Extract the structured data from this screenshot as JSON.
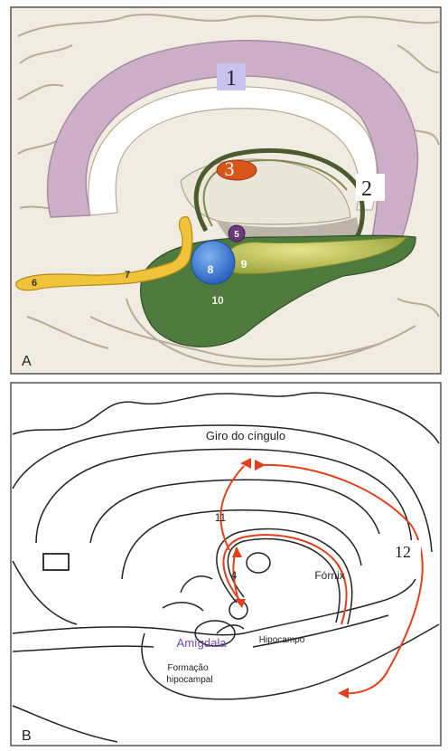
{
  "panel_a": {
    "letter": "A",
    "labels": {
      "l1": "1",
      "l2": "2",
      "l3": "3",
      "l5": "5",
      "l6": "6",
      "l7": "7",
      "l8": "8",
      "l9": "9",
      "l10": "10"
    },
    "colors": {
      "cingulate": "#cdb0c8",
      "fornix": "#5a6a3a",
      "orange_structure": "#d8561c",
      "mamillary": "#6a3a7a",
      "olfactory": "#f0c43a",
      "amygdala": "#3a7ad0",
      "hippocampus": "#c6cc5a",
      "parahippocampal": "#4f7a3e"
    }
  },
  "panel_b": {
    "letter": "B",
    "labels": {
      "giro": "Giro do cíngulo",
      "l11": "11",
      "l12": "12",
      "l4": "4",
      "fornix": "Fórnix",
      "amygdala": "Amígdala",
      "hipocampo": "Hipocampo",
      "formacao_line1": "Formação",
      "formacao_line2": "hipocampal"
    },
    "colors": {
      "circuit": "#e0401c",
      "amygdala_text": "#6a4ab0"
    }
  }
}
